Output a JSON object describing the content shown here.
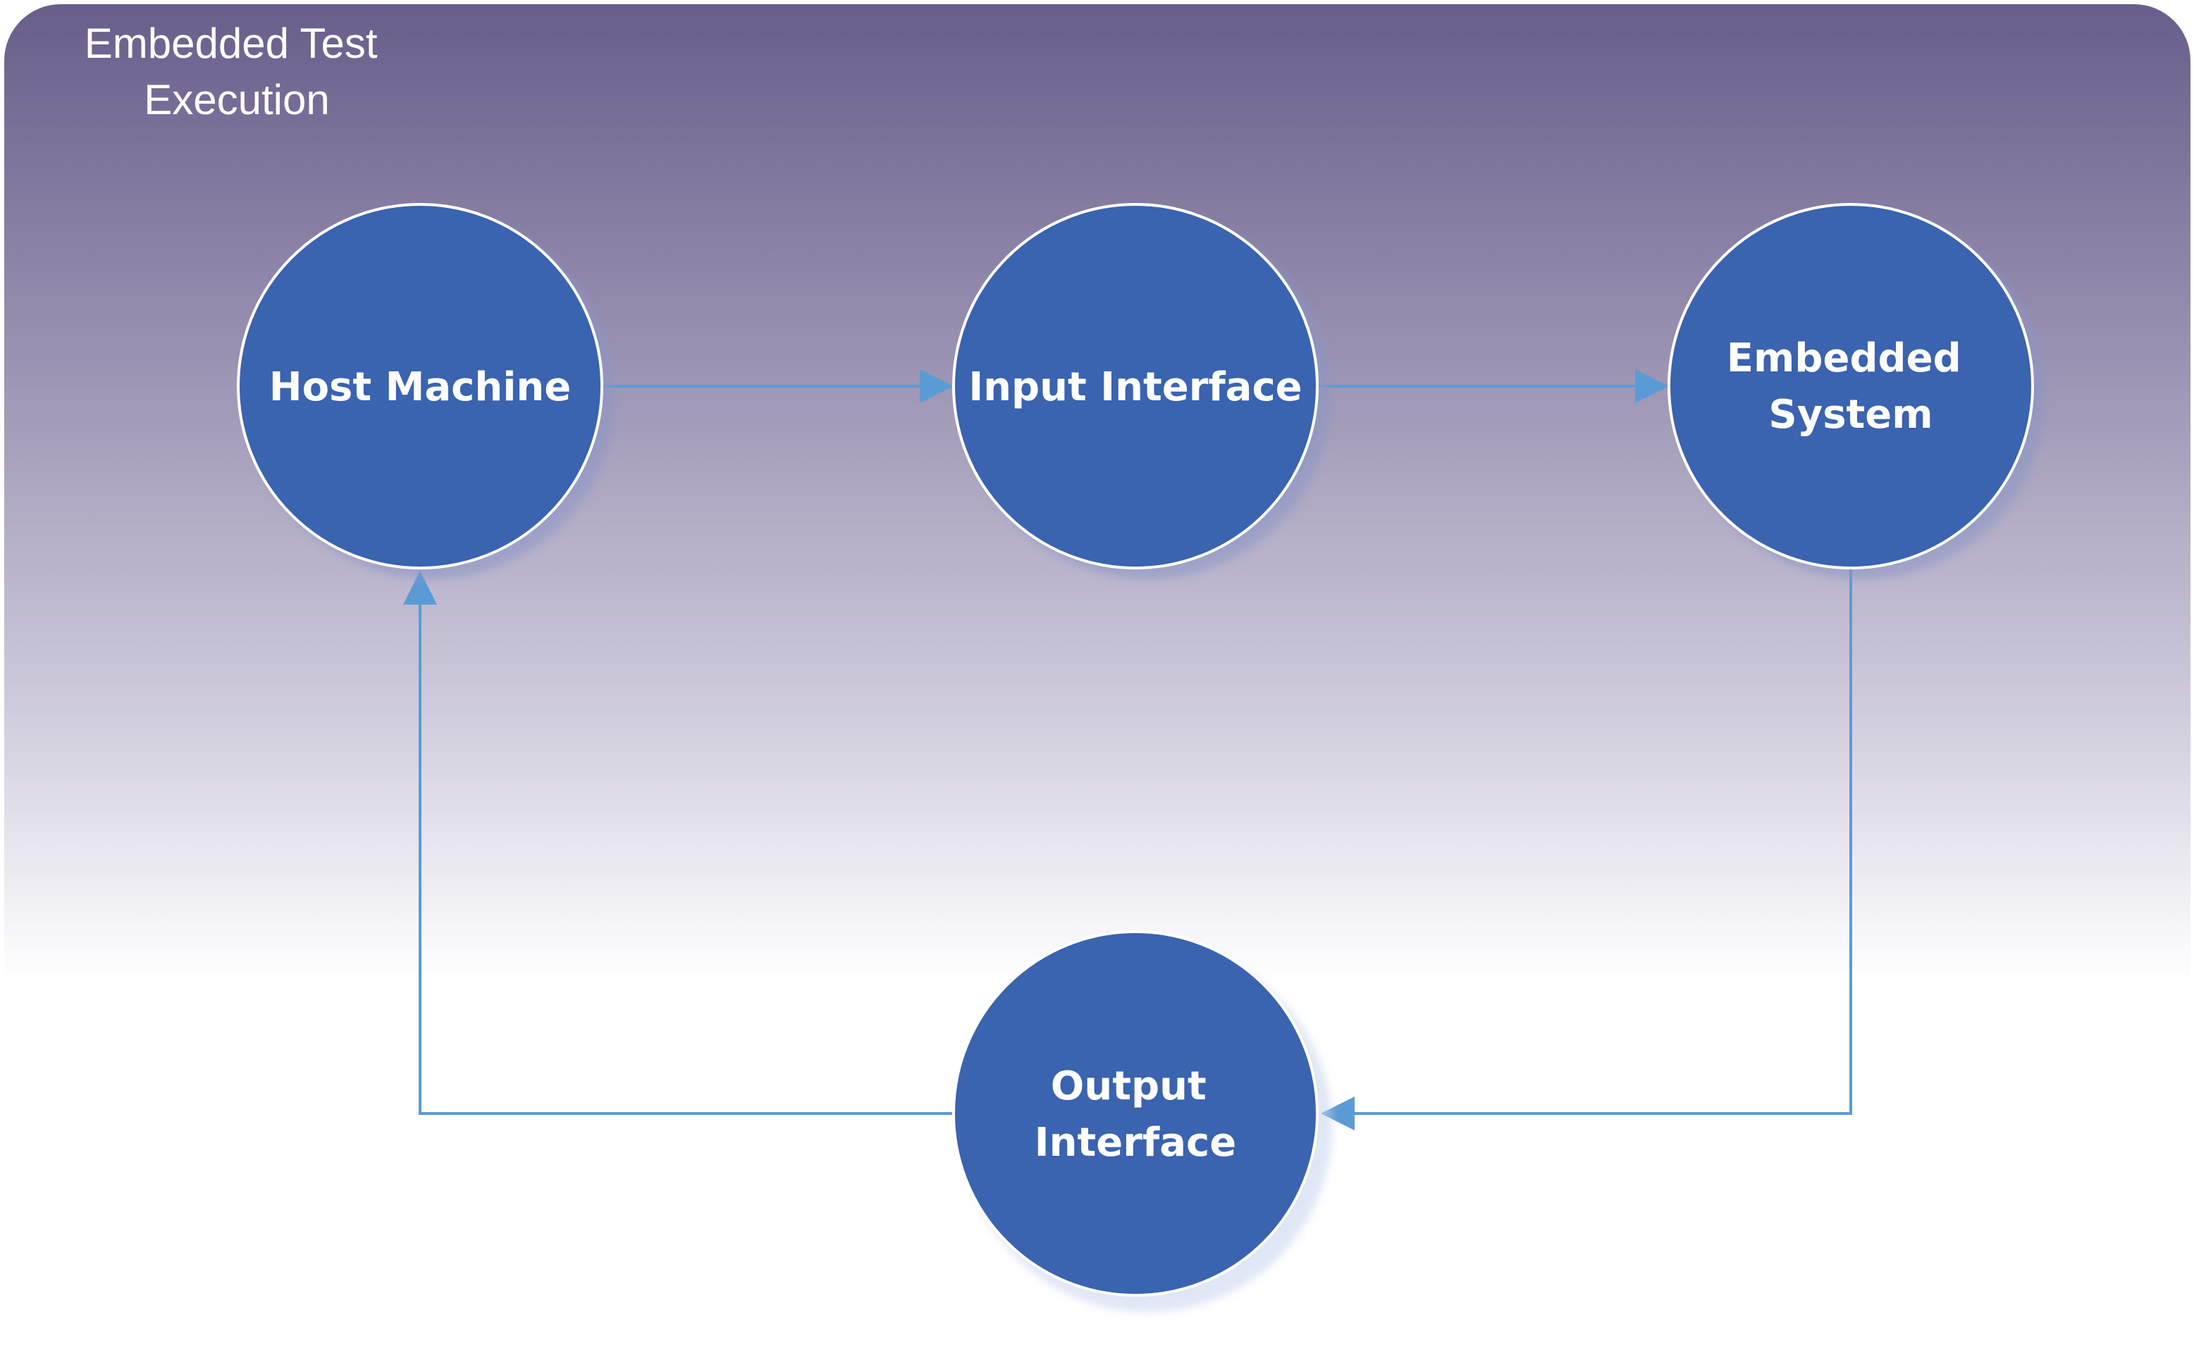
{
  "frame": {
    "title_lines": [
      "Embedded Test",
      "Execution"
    ],
    "gradient_top": "#685e8b",
    "gradient_bottom": "#ffffff"
  },
  "colors": {
    "node_fill": "#3a63b0",
    "node_stroke": "#ffffff",
    "node_shadow": "#8a94c6",
    "connector": "#5b9bd5"
  },
  "nodes": {
    "host": {
      "lines": [
        "Host Machine"
      ]
    },
    "input": {
      "lines": [
        "Input Interface"
      ]
    },
    "embedded": {
      "lines": [
        "Embedded",
        "System"
      ]
    },
    "output": {
      "lines": [
        "Output",
        "Interface"
      ]
    }
  },
  "edges": [
    {
      "from": "Host Machine",
      "to": "Input Interface"
    },
    {
      "from": "Input Interface",
      "to": "Embedded System"
    },
    {
      "from": "Embedded System",
      "to": "Output Interface"
    },
    {
      "from": "Output Interface",
      "to": "Host Machine"
    }
  ]
}
